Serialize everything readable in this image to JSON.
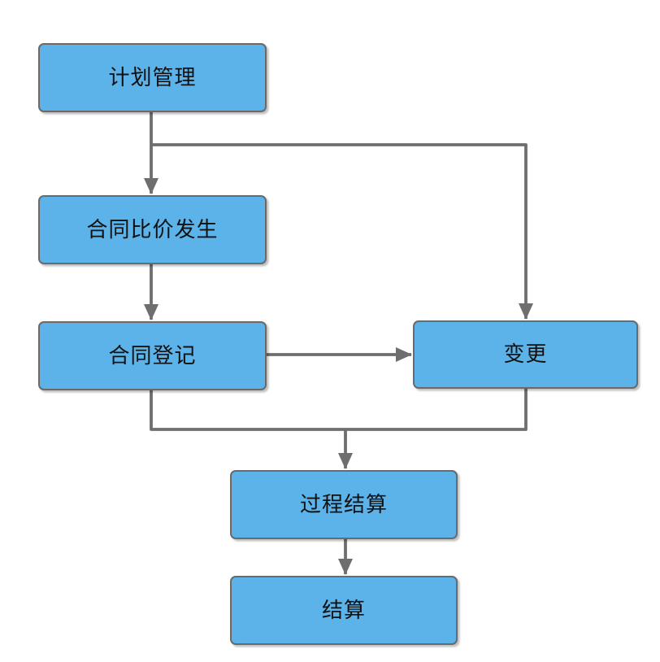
{
  "diagram": {
    "type": "flowchart",
    "nodes": [
      {
        "id": "plan",
        "label": "计划管理"
      },
      {
        "id": "price-compare",
        "label": "合同比价发生"
      },
      {
        "id": "contract-register",
        "label": "合同登记"
      },
      {
        "id": "change",
        "label": "变更"
      },
      {
        "id": "process-settlement",
        "label": "过程结算"
      },
      {
        "id": "settlement",
        "label": "结算"
      }
    ],
    "edges": [
      {
        "from": "计划管理",
        "to": "合同比价发生"
      },
      {
        "from": "计划管理",
        "to": "变更"
      },
      {
        "from": "合同比价发生",
        "to": "合同登记"
      },
      {
        "from": "合同登记",
        "to": "变更"
      },
      {
        "from": "合同登记",
        "to": "过程结算"
      },
      {
        "from": "变更",
        "to": "过程结算"
      },
      {
        "from": "过程结算",
        "to": "结算"
      }
    ],
    "colors": {
      "node_fill": "#5bb3e9",
      "node_border": "#6a6a6a",
      "connector": "#6e6e6e",
      "text": "#111111",
      "background": "#ffffff"
    }
  }
}
